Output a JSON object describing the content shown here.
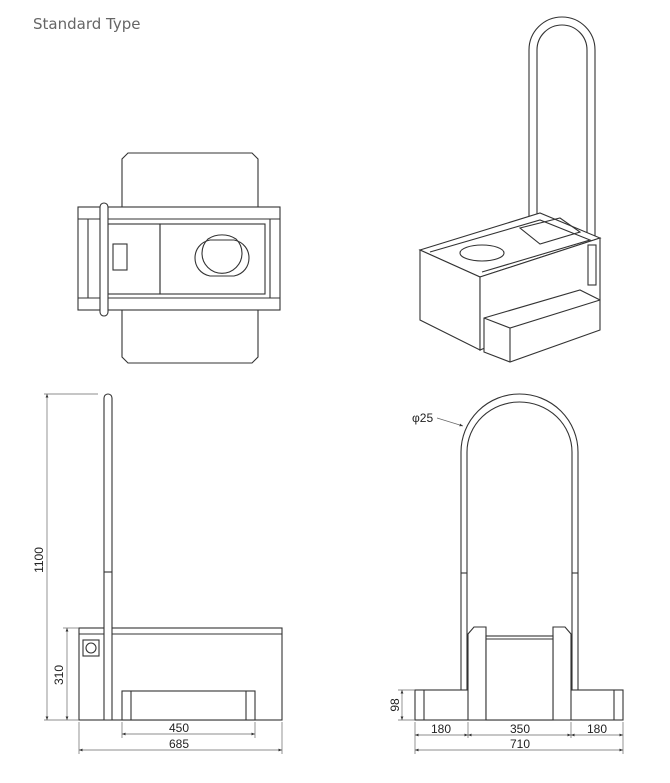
{
  "heading": "Standard Type",
  "dimensions": {
    "height_total": "1100",
    "height_box": "310",
    "step_length": "450",
    "depth_total": "685",
    "pipe_diameter": "φ25",
    "step_height": "98",
    "side_left": "180",
    "center_width": "350",
    "side_right": "180",
    "width_total": "710"
  }
}
